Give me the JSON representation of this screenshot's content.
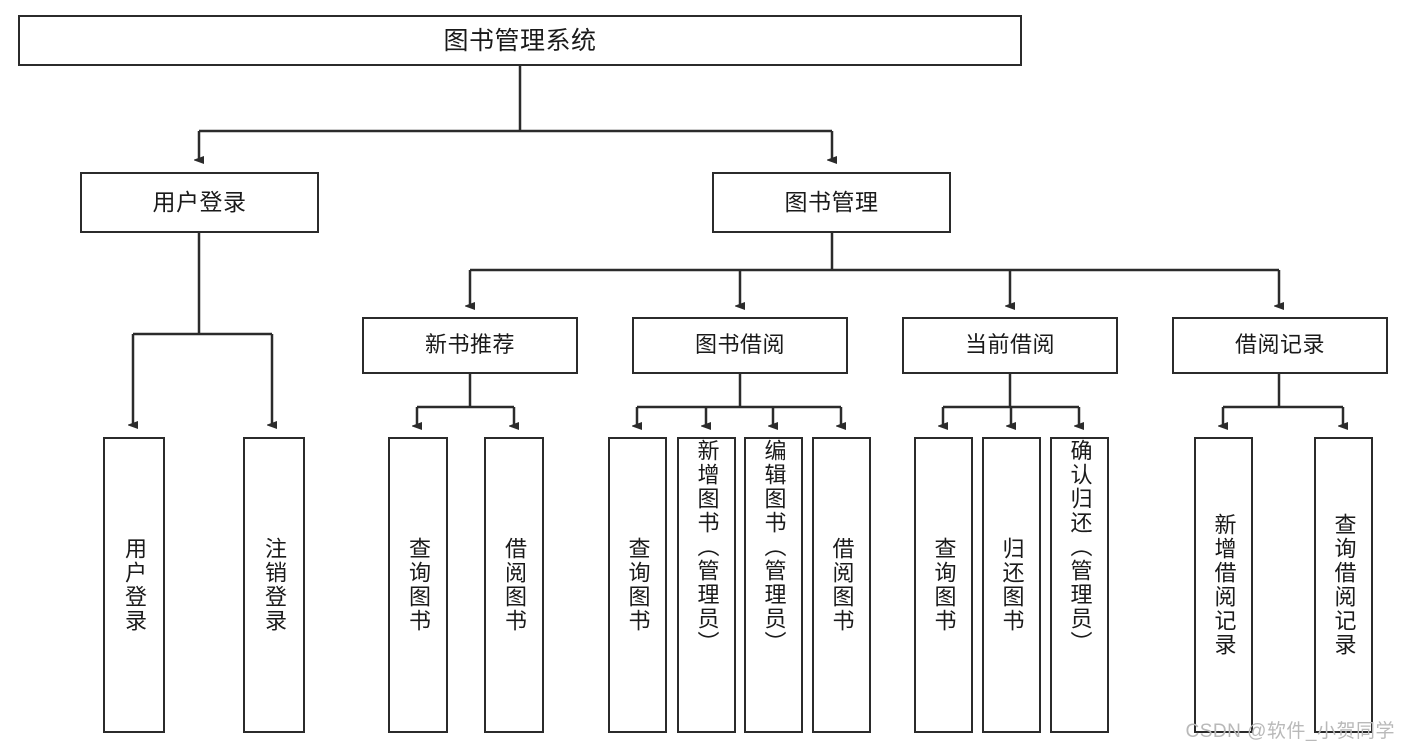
{
  "diagram": {
    "type": "tree-hierarchy-chart",
    "title": "图书管理系统",
    "watermark": "CSDN @软件_小贺同学",
    "colors": {
      "stroke": "#2b2b2b",
      "fill": "#ffffff",
      "text": "#1a1a1a",
      "watermark": "#b9b9b9"
    },
    "root": {
      "label": "图书管理系统"
    },
    "level1": [
      {
        "label": "用户登录"
      },
      {
        "label": "图书管理"
      }
    ],
    "level2": [
      {
        "label": "新书推荐"
      },
      {
        "label": "图书借阅"
      },
      {
        "label": "当前借阅"
      },
      {
        "label": "借阅记录"
      }
    ],
    "leaves": {
      "user_login": [
        {
          "label": "用户登录"
        },
        {
          "label": "注销登录"
        }
      ],
      "new_book_recommend": [
        {
          "label": "查询图书"
        },
        {
          "label": "借阅图书"
        }
      ],
      "book_borrow": [
        {
          "label": "查询图书"
        },
        {
          "label": "新增图书（管理员）"
        },
        {
          "label": "编辑图书（管理员）"
        },
        {
          "label": "借阅图书"
        }
      ],
      "current_borrow": [
        {
          "label": "查询图书"
        },
        {
          "label": "归还图书"
        },
        {
          "label": "确认归还（管理员）"
        }
      ],
      "borrow_record": [
        {
          "label": "新增借阅记录"
        },
        {
          "label": "查询借阅记录"
        }
      ]
    }
  }
}
